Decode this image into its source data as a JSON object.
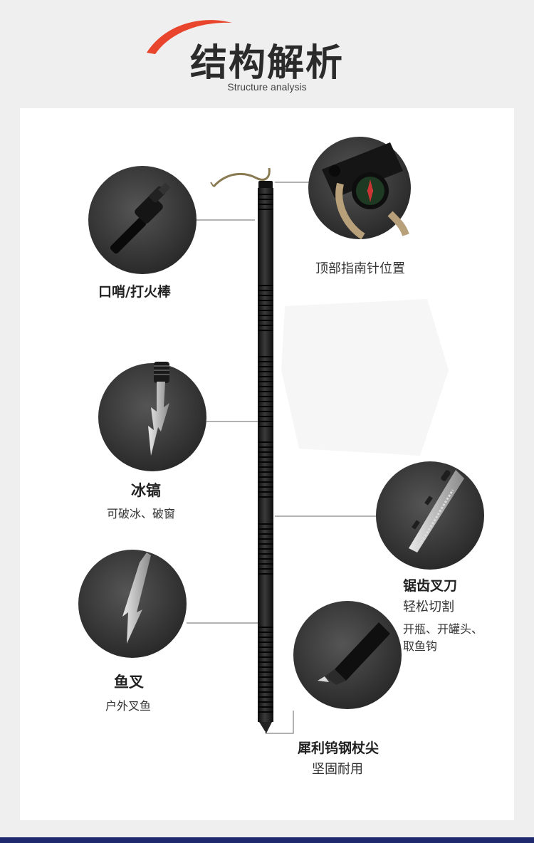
{
  "header": {
    "title": "结构解析",
    "subtitle": "Structure analysis",
    "accent_color": "#e8452c"
  },
  "features": {
    "whistle": {
      "title": "口哨/打火棒",
      "icon": "whistle-firestarter-icon"
    },
    "compass": {
      "title": "顶部指南针位置",
      "icon": "compass-icon"
    },
    "ice_pick": {
      "title": "冰镐",
      "desc": "可破冰、破窗",
      "icon": "ice-pick-icon"
    },
    "saw_knife": {
      "title": "锯齿叉刀",
      "desc1": "轻松切割",
      "desc2": "开瓶、开罐头、",
      "desc3": "取鱼钩",
      "icon": "saw-knife-icon"
    },
    "fish_fork": {
      "title": "鱼叉",
      "desc": "户外叉鱼",
      "icon": "fish-spear-icon"
    },
    "tip": {
      "title": "犀利钨钢杖尖",
      "desc": "坚固耐用",
      "icon": "tungsten-tip-icon"
    }
  },
  "colors": {
    "circle_bg": "#3a3a3a",
    "pole": "#1c1c1c",
    "footer": "#1f2a6e"
  }
}
